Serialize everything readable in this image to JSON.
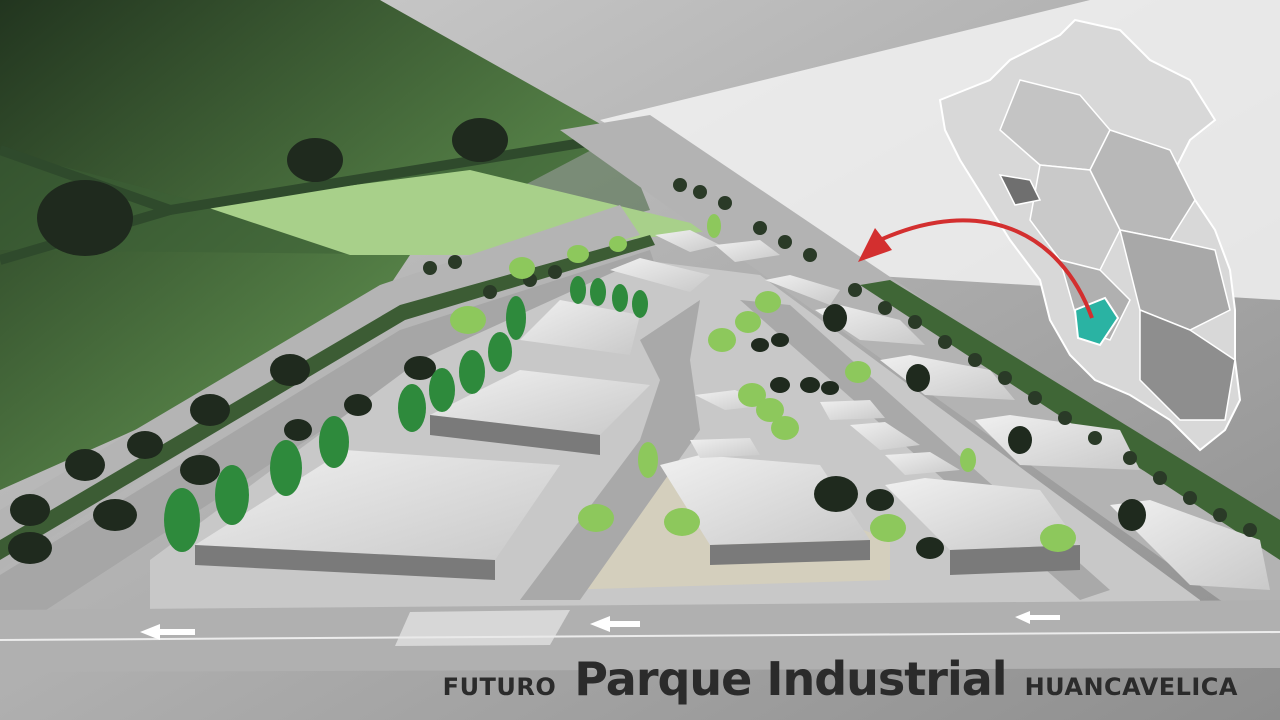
{
  "caption": {
    "prefix": "FUTURO",
    "title": "Parque Industrial",
    "suffix": "HUANCAVELICA"
  },
  "colors": {
    "field_dark": "#2f4a2c",
    "field_light": "#9ac27a",
    "road": "#a4a4a4",
    "building_roof": "#dcdcdc",
    "tree_light": "#8dc85c",
    "tree_dark": "#1f2a1e",
    "arrow": "#d32f2f",
    "region_highlight": "#2ab3a3"
  },
  "icons": {
    "map": "peru-map-icon",
    "pointer": "curved-arrow-icon",
    "direction": "left-arrow-icon"
  }
}
